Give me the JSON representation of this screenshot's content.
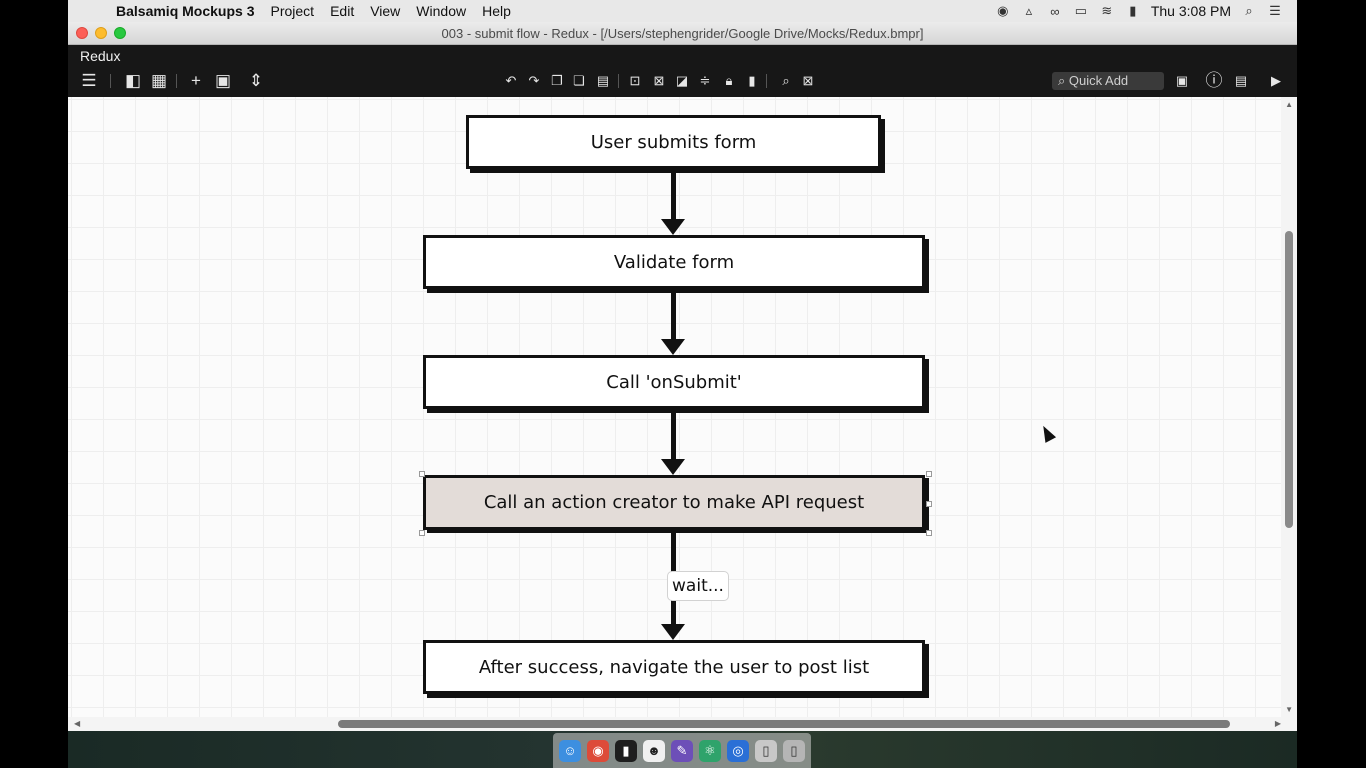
{
  "menubar": {
    "apple_icon": "apple-logo",
    "app_name": "Balsamiq Mockups 3",
    "items": [
      "Project",
      "Edit",
      "View",
      "Window",
      "Help"
    ],
    "clock": "Thu 3:08 PM"
  },
  "window": {
    "title": "003 - submit flow - Redux - [/Users/stephengrider/Google Drive/Mocks/Redux.bmpr]"
  },
  "app_header": {
    "project_title": "Redux",
    "quick_add_placeholder": "Quick Add",
    "quick_add_icon": "search-icon"
  },
  "flow": {
    "steps": [
      {
        "label": "User submits form",
        "selected": false
      },
      {
        "label": "Validate form",
        "selected": false
      },
      {
        "label": "Call 'onSubmit'",
        "selected": false
      },
      {
        "label": "Call an action creator to make API request",
        "selected": true
      },
      {
        "label": "After success, navigate the user to post list",
        "selected": false
      }
    ],
    "wait_label": "wait..."
  },
  "colors": {
    "selected_box": "#e3dcd8",
    "toolbar_bg": "#171717",
    "menubar_bg": "#e8e8e8"
  },
  "dock": {
    "apps": [
      "finder-icon",
      "chrome-icon",
      "terminal-icon",
      "emoji-icon",
      "pen-icon",
      "atom-icon",
      "browser-icon",
      "clipboard-icon",
      "trash-icon"
    ]
  }
}
